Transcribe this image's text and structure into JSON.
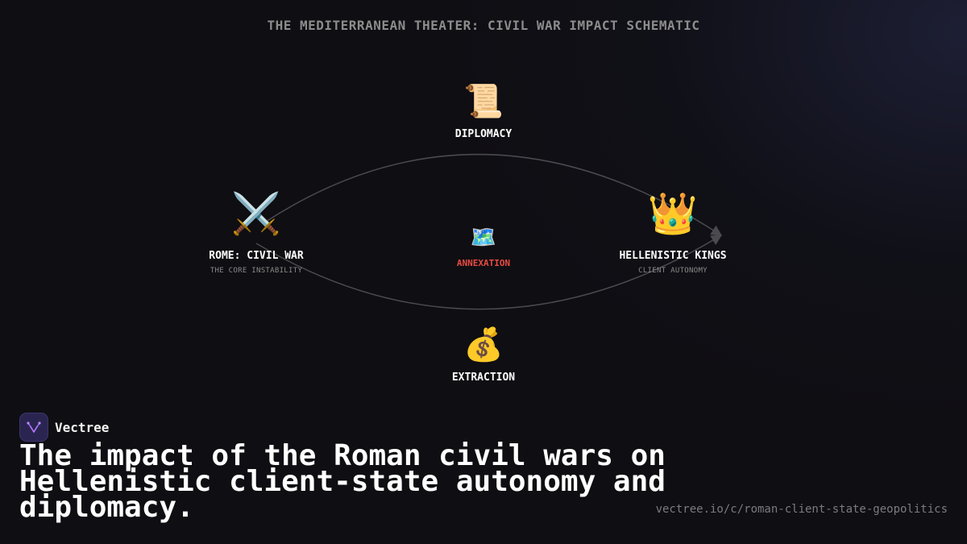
{
  "title": "THE MEDITERRANEAN THEATER: CIVIL WAR IMPACT SCHEMATIC",
  "nodes": {
    "rome": {
      "icon": "⚔️",
      "icon_name": "crossed-swords-icon",
      "label": "ROME: CIVIL WAR",
      "sublabel": "THE CORE INSTABILITY"
    },
    "kings": {
      "icon": "👑",
      "icon_name": "crown-icon",
      "label": "HELLENISTIC KINGS",
      "sublabel": "CLIENT AUTONOMY"
    },
    "diplomacy": {
      "icon": "📜",
      "icon_name": "scroll-icon",
      "label": "DIPLOMACY"
    },
    "extraction": {
      "icon": "💰",
      "icon_name": "money-bag-icon",
      "label": "EXTRACTION"
    },
    "annexation": {
      "icon": "🗺️",
      "icon_name": "map-icon",
      "label": "ANNEXATION"
    }
  },
  "edges": [
    {
      "from": "rome",
      "to": "kings",
      "via": "diplomacy"
    },
    {
      "from": "rome",
      "to": "kings",
      "via": "extraction"
    }
  ],
  "colors": {
    "background": "#0f0e12",
    "edge": "#4a4a4f",
    "accent_red": "#e94b43",
    "muted": "#8c8c8c"
  },
  "brand": {
    "name": "Vectree",
    "logo_icon": "vectree-logo-icon"
  },
  "headline": "The impact of the Roman civil wars on Hellenistic client-state autonomy and diplomacy.",
  "url": "vectree.io/c/roman-client-state-geopolitics"
}
